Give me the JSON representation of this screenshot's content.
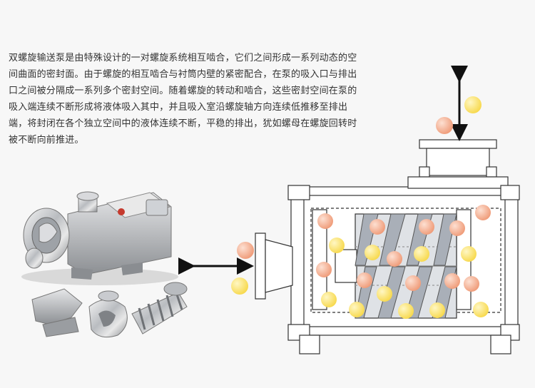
{
  "description": "双螺旋输送泵是由特殊设计的一对螺旋系统相互啮合，它们之间形成一系列动态的空间曲面的密封面。由于螺旋的相互啮合与衬筒内壁的紧密配合，在泵的吸入口与排出口之间被分隔成一系列多个密封空间。随着螺旋的转动和啮合，这些密封空间在泵的吸入端连续不断形成将液体吸入其中，并且吸入室沿螺旋轴方向连续低推移至排出端，将封闭在各个独立空间中的液体连续不断，平稳的排出，犹如螺母在螺旋回转时被不断向前推进。",
  "colors": {
    "background": "#f7f7f7",
    "casing": "#ffffff",
    "outline": "#333333",
    "screw": "#c9ced6",
    "particle_orange": "#f2a07e",
    "particle_yellow": "#fbe36a",
    "arrow": "#111111"
  },
  "icons": {
    "pump_photo": "twin-screw-pump-photo",
    "parts_photo": "pump-parts-photo",
    "flow_arrow": "double-headed-arrow"
  }
}
